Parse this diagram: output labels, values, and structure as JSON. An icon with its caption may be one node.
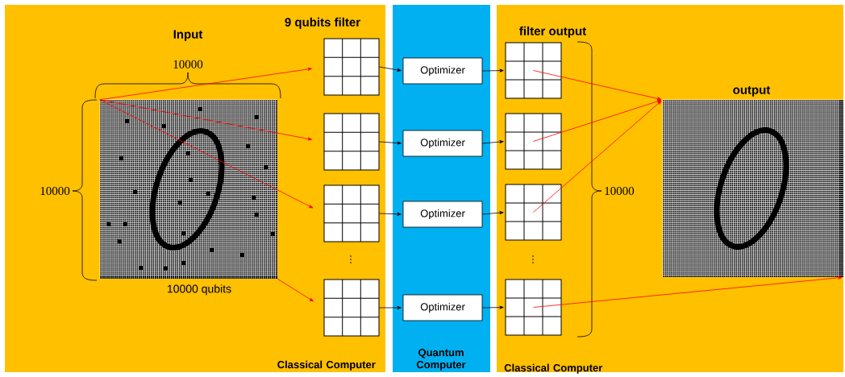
{
  "diagram": {
    "nodes": [
      {
        "text": [
          "Classical Computer"
        ]
      },
      {
        "text": [],
        "shape": "picture",
        "in": 0
      },
      {
        "text": [],
        "shape": "box",
        "in": 0,
        "beside": [
          "9 qubits filter"
        ]
      },
      {
        "text": [],
        "shape": "box",
        "in": 0
      },
      {
        "text": [],
        "shape": "box",
        "in": 0
      },
      {
        "text": [],
        "shape": "box",
        "in": 0
      },
      {
        "text": [
          "Quantum Computer"
        ]
      },
      {
        "text": [
          "Optimizer"
        ],
        "in": 6
      },
      {
        "text": [
          "Optimizer"
        ],
        "in": 6
      },
      {
        "text": [
          "Optimizer"
        ],
        "in": 6
      },
      {
        "text": [
          "Optimizer"
        ],
        "in": 6
      },
      {
        "text": [
          "Classical Computer"
        ]
      },
      {
        "text": [],
        "shape": "box",
        "in": 11,
        "beside": [
          "filter output"
        ]
      },
      {
        "text": [],
        "shape": "box",
        "in": 11
      },
      {
        "text": [],
        "shape": "box",
        "in": 11
      },
      {
        "text": [],
        "shape": "box",
        "in": 11
      },
      {
        "text": [],
        "shape": "picture",
        "in": 11,
        "beside": [
          "output"
        ]
      }
    ],
    "edges": [
      {
        "from": 1,
        "to": 2,
        "arrow": "to",
        "color": "#ff0000"
      },
      {
        "from": 1,
        "to": 3,
        "arrow": "to",
        "color": "#ff0000"
      },
      {
        "from": 1,
        "to": 4,
        "arrow": "to",
        "color": "#ff0000"
      },
      {
        "from": 1,
        "to": 5,
        "arrow": "to",
        "color": "#ff0000"
      },
      {
        "from": 2,
        "to": 7,
        "arrow": "to",
        "color": "#000000"
      },
      {
        "from": 3,
        "to": 8,
        "arrow": "to",
        "color": "#000000"
      },
      {
        "from": 4,
        "to": 9,
        "arrow": "to",
        "color": "#000000"
      },
      {
        "from": 5,
        "to": 10,
        "arrow": "to",
        "color": "#000000"
      },
      {
        "from": 7,
        "to": 12,
        "arrow": "to",
        "color": "#000000"
      },
      {
        "from": 8,
        "to": 13,
        "arrow": "to",
        "color": "#000000"
      },
      {
        "from": 9,
        "to": 14,
        "arrow": "to",
        "color": "#000000"
      },
      {
        "from": 10,
        "to": 15,
        "arrow": "to",
        "color": "#000000"
      },
      {
        "from": 12,
        "to": 16,
        "arrow": "to",
        "color": "#ff0000"
      },
      {
        "from": 13,
        "to": 16,
        "arrow": "to",
        "color": "#ff0000"
      },
      {
        "from": 14,
        "to": 16,
        "arrow": "to",
        "color": "#ff0000"
      },
      {
        "from": 15,
        "to": 16,
        "arrow": "to",
        "color": "#ff0000"
      }
    ],
    "labels": [
      "Input",
      "10000",
      "10000",
      "10000",
      "⋮",
      "⋮",
      "10000 qubits"
    ]
  }
}
